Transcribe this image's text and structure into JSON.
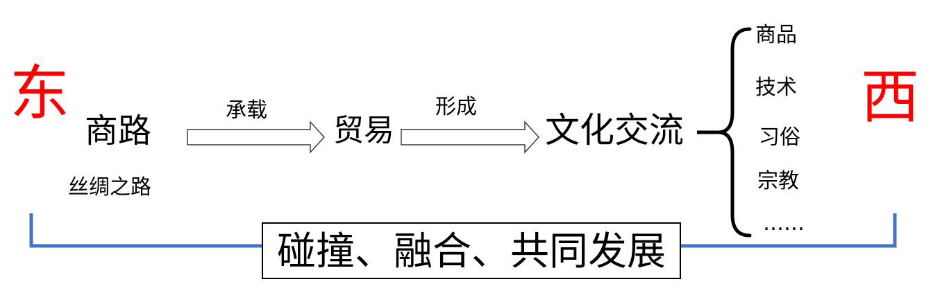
{
  "east": "东",
  "west": "西",
  "road": "商路",
  "silk_road": "丝绸之路",
  "arrow1_label": "承载",
  "trade": "贸易",
  "arrow2_label": "形成",
  "cultural_exchange": "文化交流",
  "aspects": [
    "商品",
    "技术",
    "习俗",
    "宗教",
    "……"
  ],
  "bottom_text": "碰撞、融合、共同发展",
  "colors": {
    "accent_red": "#ff0000",
    "bracket_blue": "#4472c4",
    "ink": "#000000"
  }
}
